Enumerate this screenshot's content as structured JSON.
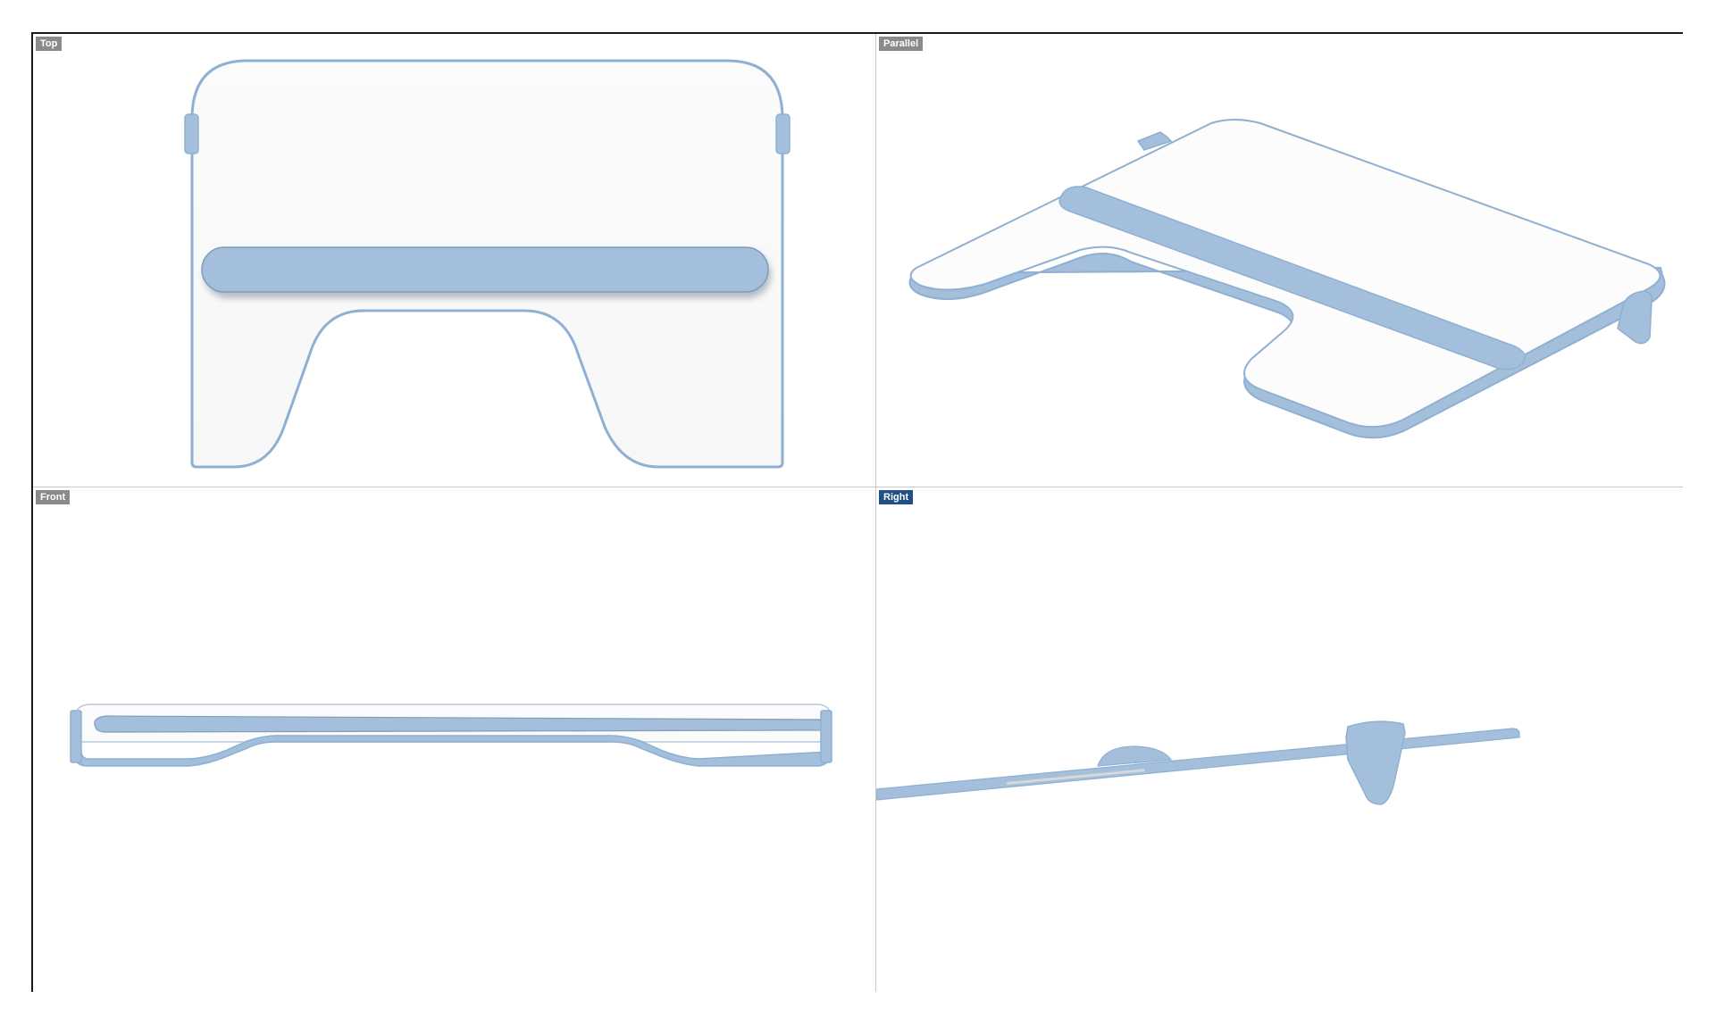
{
  "viewports": {
    "top": {
      "label": "Top",
      "active": false
    },
    "parallel": {
      "label": "Parallel",
      "active": false
    },
    "front": {
      "label": "Front",
      "active": false
    },
    "right": {
      "label": "Right",
      "active": true
    }
  },
  "colors": {
    "model_blue": "#a3bfdc",
    "model_blue_dark": "#8fb0d2",
    "surface_white": "#fafafa",
    "frame_border": "#1a1a1a",
    "divider": "#c8c8c8",
    "label_inactive": "#8a8a8a",
    "label_active": "#1f4f86"
  }
}
